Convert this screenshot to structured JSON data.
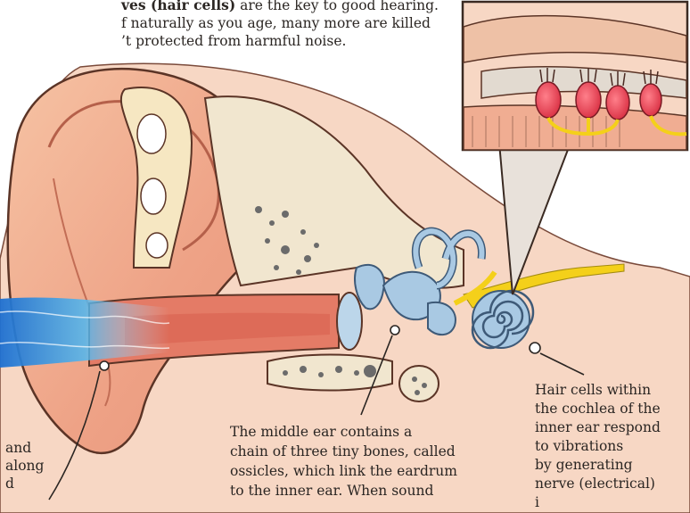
{
  "intro": {
    "line1_bold": "ves (hair cells)",
    "line1_rest": " are the key to good hearing.",
    "line2": "f naturally as you age, many more are killed",
    "line3": "’t protected from harmful noise."
  },
  "captions": {
    "outer_ear": [
      "and",
      "along",
      "d"
    ],
    "middle_ear": [
      "The middle ear contains a",
      "chain of three tiny bones, called",
      "ossicles, which link the eardrum",
      "to the inner ear. When sound",
      ""
    ],
    "inner_ear": [
      "Hair cells within",
      "the cochlea of the",
      "inner ear respond",
      "to vibrations",
      "by generating",
      "nerve (electrical)",
      "i"
    ]
  },
  "colors": {
    "skin": "#f0b08e",
    "skin_dark": "#d97a5c",
    "cartilage": "#f6e7c2",
    "bone_blue": "#a9c9e3",
    "nerve": "#f4d01a",
    "hair_cell": "#e23b4e",
    "sound_wave": "#3aa0e0"
  }
}
